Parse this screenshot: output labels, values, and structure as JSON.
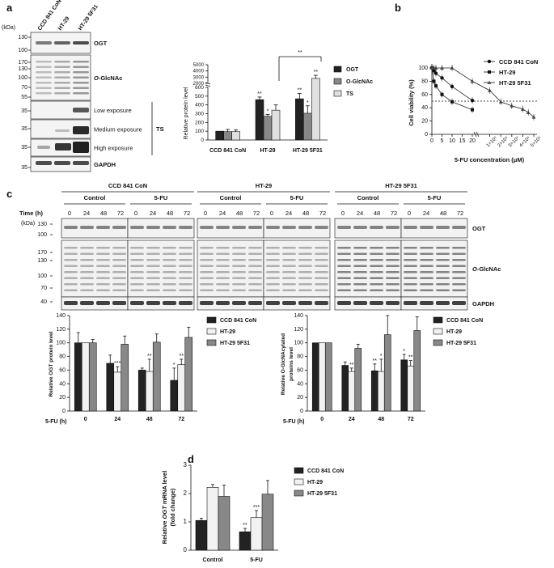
{
  "panels": {
    "a": {
      "label": "a",
      "kda": "(kDa)",
      "lanes": [
        "CCD 841 CoN",
        "HT-29",
        "HT-29 5F31"
      ],
      "blots": [
        {
          "name": "OGT",
          "markers": [
            "130",
            "100"
          ]
        },
        {
          "name": "O-GlcNAc",
          "italic_prefix": "O",
          "rest": "-GlcNAc",
          "markers": [
            "170",
            "130",
            "100",
            "70",
            "55"
          ]
        },
        {
          "name": "Low exposure",
          "markers": [
            "35"
          ]
        },
        {
          "name": "Medium exposure",
          "markers": [
            "35"
          ]
        },
        {
          "name": "High exposure",
          "markers": [
            "35"
          ]
        },
        {
          "name": "GAPDH",
          "markers": [
            "35"
          ]
        }
      ],
      "ts_label": "TS",
      "bar_chart": {
        "type": "bar",
        "ylabel": "Relative protein level",
        "yticks_lower": [
          "0",
          "100",
          "200",
          "300",
          "400",
          "500",
          "600"
        ],
        "yticks_upper": [
          "2000",
          "3000",
          "4000",
          "5000"
        ],
        "categories": [
          "CCD 841 CoN",
          "HT-29",
          "HT-29 5F31"
        ],
        "series": [
          {
            "name": "OGT",
            "color": "#222222",
            "values": [
              100,
              460,
              470
            ],
            "err": [
              0,
              30,
              60
            ],
            "sig": [
              "",
              "**",
              "**"
            ]
          },
          {
            "name": "O-GlcNAc",
            "color": "#888888",
            "values": [
              95,
              270,
              305
            ],
            "err": [
              25,
              20,
              85
            ],
            "sig": [
              "",
              "*",
              "*"
            ]
          },
          {
            "name": "TS",
            "color": "#e0e0e0",
            "values": [
              95,
              340,
              2800
            ],
            "err": [
              20,
              60,
              500
            ],
            "sig": [
              "",
              "",
              "**"
            ]
          }
        ],
        "bracket_sig": "**"
      }
    },
    "b": {
      "label": "b",
      "chart": {
        "type": "line",
        "ylabel": "Cell viability (%)",
        "xlabel": "5-FU concentration (μM)",
        "yticks": [
          "0",
          "20",
          "40",
          "60",
          "80",
          "100"
        ],
        "xticks_linear": [
          "0",
          "5",
          "10",
          "15",
          "20"
        ],
        "xticks_upper": [
          "1×10⁴",
          "2×10⁴",
          "3×10⁴",
          "4×10⁴",
          "5×10⁴"
        ],
        "legend": [
          "CCD 841 CoN",
          "HT-29",
          "HT-29 5F31"
        ],
        "series": [
          {
            "name": "CCD 841 CoN",
            "marker": "circle",
            "points": [
              [
                0,
                100
              ],
              [
                1,
                96
              ],
              [
                2,
                92
              ],
              [
                5,
                85
              ],
              [
                10,
                72
              ],
              [
                20,
                51
              ]
            ]
          },
          {
            "name": "HT-29",
            "marker": "square",
            "points": [
              [
                0,
                100
              ],
              [
                1,
                80
              ],
              [
                2,
                73
              ],
              [
                5,
                60
              ],
              [
                10,
                49
              ],
              [
                20,
                37
              ]
            ]
          },
          {
            "name": "HT-29 5F31",
            "marker": "triangle",
            "points": [
              [
                0,
                100
              ],
              [
                1,
                100
              ],
              [
                2,
                100
              ],
              [
                5,
                100
              ],
              [
                10,
                100
              ],
              [
                20,
                80
              ],
              [
                10000,
                66
              ],
              [
                20000,
                49
              ],
              [
                30000,
                43
              ],
              [
                40000,
                38
              ],
              [
                45000,
                33
              ],
              [
                50000,
                26
              ]
            ]
          }
        ],
        "dotted_line_y": 50
      }
    },
    "c": {
      "label": "c",
      "groups": [
        "CCD 841 CoN",
        "HT-29",
        "HT-29 5F31"
      ],
      "conditions": [
        "Control",
        "5-FU"
      ],
      "time_label": "Time (h)",
      "times": [
        "0",
        "24",
        "48",
        "72"
      ],
      "kda": "(kDa)",
      "blots": [
        {
          "name": "OGT",
          "markers": [
            "130",
            "100"
          ]
        },
        {
          "name": "O-GlcNAc",
          "markers": [
            "170",
            "130",
            "100",
            "70"
          ]
        },
        {
          "name": "GAPDH",
          "markers": [
            "40"
          ]
        }
      ],
      "chart_left": {
        "type": "bar",
        "ylabel": "Relative OGT protein level",
        "yticks": [
          "0",
          "20",
          "40",
          "60",
          "80",
          "100",
          "120",
          "140"
        ],
        "xlabel": "5-FU (h)",
        "categories": [
          "0",
          "24",
          "48",
          "72"
        ],
        "series": [
          {
            "name": "CCD 841 CoN",
            "color": "#222222",
            "values": [
              100,
              70,
              60,
              45
            ],
            "err": [
              15,
              12,
              3,
              18
            ],
            "sig": [
              "",
              "",
              "",
              "*"
            ]
          },
          {
            "name": "HT-29",
            "color": "#f2f2f2",
            "values": [
              100,
              57,
              58,
              68
            ],
            "err": [
              0,
              8,
              18,
              8
            ],
            "sig": [
              "",
              "***",
              "**",
              "**"
            ]
          },
          {
            "name": "HT-29 5F31",
            "color": "#888888",
            "values": [
              100,
              98,
              101,
              108
            ],
            "err": [
              5,
              12,
              12,
              15
            ],
            "sig": [
              "",
              "",
              "",
              ""
            ]
          }
        ]
      },
      "chart_right": {
        "type": "bar",
        "ylabel": "Relative O-GlcNAcylated proteins level",
        "yticks": [
          "0",
          "20",
          "40",
          "60",
          "80",
          "100",
          "120",
          "140"
        ],
        "xlabel": "5-FU (h)",
        "categories": [
          "0",
          "24",
          "48",
          "72"
        ],
        "series": [
          {
            "name": "CCD 841 CoN",
            "color": "#222222",
            "values": [
              100,
              67,
              59,
              75
            ],
            "err": [
              0,
              5,
              10,
              8
            ],
            "sig": [
              "",
              "",
              "**",
              "*"
            ]
          },
          {
            "name": "HT-29",
            "color": "#f2f2f2",
            "values": [
              100,
              58,
              58,
              66
            ],
            "err": [
              0,
              5,
              18,
              8
            ],
            "sig": [
              "",
              "**",
              "*",
              "**"
            ]
          },
          {
            "name": "HT-29 5F31",
            "color": "#888888",
            "values": [
              100,
              92,
              112,
              118
            ],
            "err": [
              0,
              6,
              28,
              20
            ],
            "sig": [
              "",
              "",
              "",
              ""
            ]
          }
        ]
      }
    },
    "d": {
      "label": "d",
      "chart": {
        "type": "bar",
        "ylabel_prefix": "Relative ",
        "ylabel_italic": "OGT",
        "ylabel_suffix": " mRNA level",
        "ylabel2": "(fold change)",
        "yticks": [
          "0",
          "1",
          "2",
          "3"
        ],
        "categories": [
          "Control",
          "5-FU"
        ],
        "series": [
          {
            "name": "CCD 841 CoN",
            "color": "#222222",
            "values": [
              1.05,
              0.65
            ],
            "err": [
              0.08,
              0.12
            ],
            "sig": [
              "",
              "**"
            ]
          },
          {
            "name": "HT-29",
            "color": "#f2f2f2",
            "values": [
              2.22,
              1.15
            ],
            "err": [
              0.1,
              0.25
            ],
            "sig": [
              "",
              "***"
            ]
          },
          {
            "name": "HT-29 5F31",
            "color": "#888888",
            "values": [
              1.9,
              1.98
            ],
            "err": [
              0.4,
              0.48
            ],
            "sig": [
              "",
              ""
            ]
          }
        ]
      }
    }
  }
}
